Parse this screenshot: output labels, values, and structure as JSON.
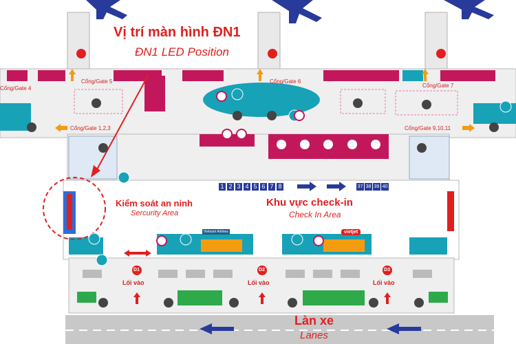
{
  "led_marker": {
    "title": "Vị trí màn hình ĐN1",
    "subtitle": "ĐN1 LED Position"
  },
  "gates": {
    "gate4": "Cổng/Gate 4",
    "gate5": "Cổng/Gate 5",
    "gate6": "Cổng/Gate 6",
    "gate7": "Cổng/Gate 7",
    "gate_1_2_3": "Cổng/Gate 1,2,3",
    "gate_9_10_11": "Cổng/Gate 9,10,11"
  },
  "areas": {
    "security_vi": "Kiểm soát an ninh",
    "security_en": "Sercurity Area",
    "checkin_vi": "Khu vực check-in",
    "checkin_en": "Check In Area"
  },
  "counters_left": [
    "1",
    "2",
    "3",
    "4",
    "5",
    "6",
    "7",
    "8"
  ],
  "counters_right": [
    "37",
    "38",
    "39",
    "40"
  ],
  "entrances": [
    {
      "id": "D1",
      "label": "Lối vào"
    },
    {
      "id": "D2",
      "label": "Lối vào"
    },
    {
      "id": "D3",
      "label": "Lối vào"
    }
  ],
  "lanes": {
    "vi": "Làn xe",
    "en": "Lanes"
  },
  "airline_logos": {
    "vietnam_airlines": "Vietnam Airlines",
    "vietjet": "vietjet"
  },
  "colors": {
    "accent_red": "#e02020",
    "magenta": "#c2185b",
    "teal": "#17a2b8",
    "orange": "#f39c12",
    "green": "#2eaa4a",
    "navy": "#283a9a",
    "road": "#c8c8c8"
  }
}
